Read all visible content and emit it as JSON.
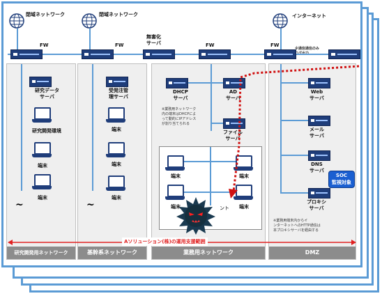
{
  "networks": {
    "closed1": "閉域ネットワーク",
    "closed2": "閉域ネットワーク",
    "internet": "インターネット"
  },
  "fw_label": "FW",
  "sanitize_server": "無害化\nサーバ",
  "log_note": "※通信通信のみ\nログ出力",
  "zones": {
    "research": {
      "footer": "研究開発用ネットワーク",
      "server": "研究データ\nサーバ",
      "pc1": "研究開発環境",
      "pc2": "端末",
      "pc3": "端末"
    },
    "core": {
      "footer": "基幹系ネットワーク",
      "server": "受発注管\n理サーバ",
      "pc1": "端末",
      "pc2": "端末",
      "pc3": "端末"
    },
    "business": {
      "footer": "業務用ネットワーク",
      "dhcp": "DHCP\nサーバ",
      "ad": "AD\nサーバ",
      "file": "ファイル\nサーバ",
      "note": "※業務用ネットワーク\n内の端末はDHCPによ\nって動的にIPアドレス\nが割り当てられる",
      "pc1": "端末",
      "pc2": "端末",
      "pc3": "端末",
      "pc4": "端末",
      "infected": "ント"
    },
    "dmz": {
      "footer": "DMZ",
      "web": "Web\nサーバ",
      "mail": "メール\nサーバ",
      "dns": "DNS\nサーバ",
      "proxy": "プロキシ\nサーバ",
      "note": "※業務用端末内からイ\nンターネットへのHTTP通信は\n本プロキシサーバを経由する"
    }
  },
  "soc_label": "SOC\n監視対象",
  "scope_label": "Aソリューション(株)の運用支援範囲",
  "colors": {
    "accent_blue": "#5b9bd5",
    "server_navy": "#1f3d7a",
    "alert_red": "#e02020",
    "soc_blue": "#1a5fd1"
  }
}
